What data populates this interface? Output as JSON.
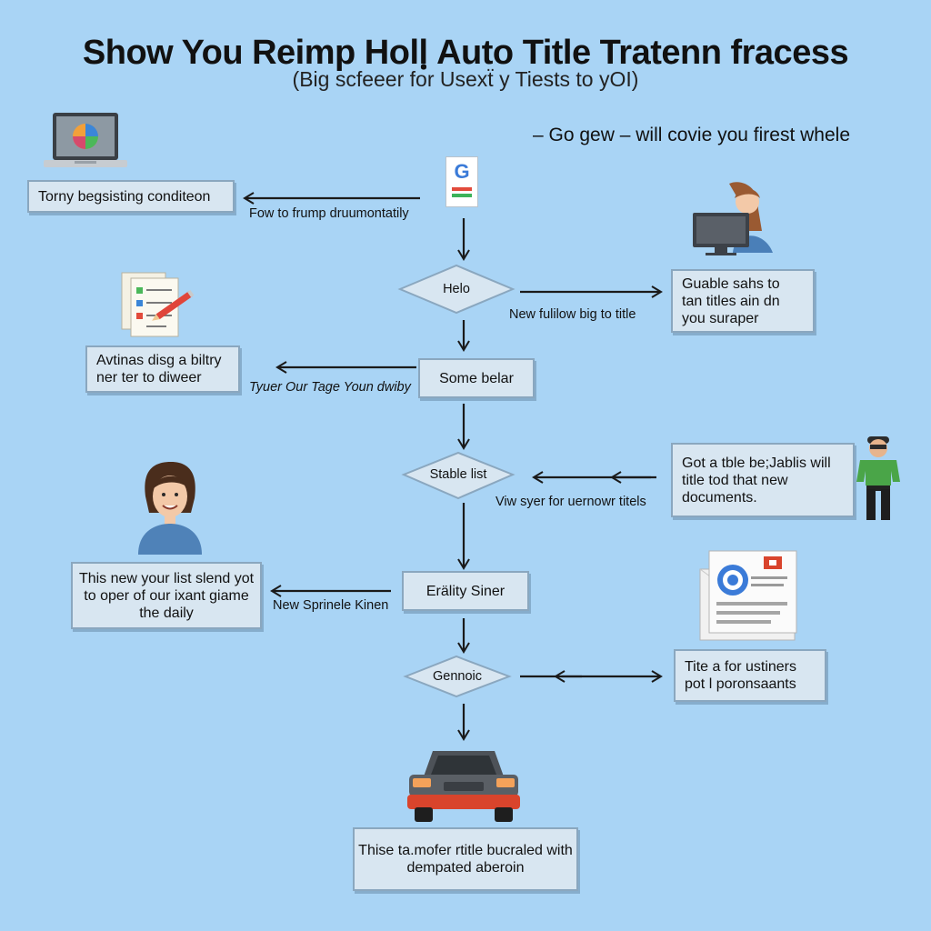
{
  "title": "Show You Reimp Hollฺ Auto Title Tratenn fracess",
  "subtitle": "(Big scfeeer for Usexẗ y Tiests to yOI)",
  "note": "– Go gew – will covie you firest whele",
  "boxes": {
    "left1": "Torny begsisting conditeon",
    "left2": "Avtinas disg a biltry ner ter to diweer",
    "left3": "This new your list slend yot to oper of our ixant giame the daily",
    "right1": "Guable sahs to tan titles ain dn you suraper",
    "right2": "Got a tble be;Jablis will title tod that new documents.",
    "right3": "Tite a for ustiners pot l poronsaants",
    "bottom": "Thise ta.mofer rtitle bucraled with dempated aberoin"
  },
  "center_nodes": {
    "helo": "Helo",
    "some_belar": "Some belar",
    "stable_list": "Stable list",
    "eralty_siner": "Erälity Siner",
    "gennoic": "Gennoic"
  },
  "arrow_labels": {
    "a1": "Fow to frump druumontatily",
    "a2": "New fulilow big to title",
    "a3": "Tyuer Our Tage Youn dwiby",
    "a4": "Viw syer for uernowr titels",
    "a5": "New Sprinele Kinen"
  },
  "logo_letter": "G",
  "colors": {
    "background": "#a9d4f5",
    "box_fill": "#d8e6f1",
    "box_border": "#8aa7bf",
    "arrow": "#1a1a1a",
    "car_body": "#d9442c"
  }
}
